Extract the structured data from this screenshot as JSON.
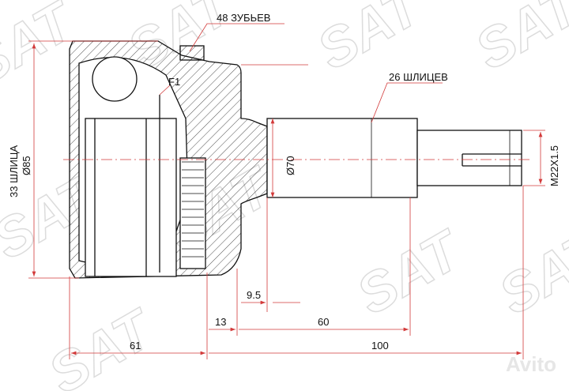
{
  "watermark": {
    "text": "SAT",
    "site": "Avito"
  },
  "labels": {
    "teeth": "48 ЗУБЬЕВ",
    "outer_splines": "26 ШЛИЦЕВ",
    "inner_splines": "33 ШЛИЦА",
    "outer_diameter": "Ø85",
    "seal": "F1",
    "shaft_diameter": "Ø70",
    "thread": "M22X1.5"
  },
  "dimensions": {
    "d1": "9.5",
    "d2": "13",
    "d3": "60",
    "d4": "61",
    "d5": "100"
  },
  "colors": {
    "line": "#111111",
    "dimension": "#d23a3a"
  }
}
